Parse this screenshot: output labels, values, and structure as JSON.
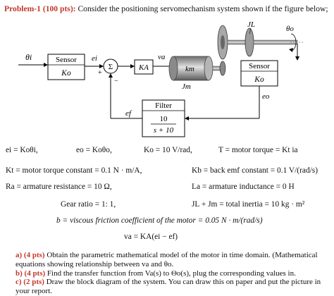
{
  "header": {
    "problem_label": "Problem-1 (100 pts):",
    "prompt": "Consider the positioning servomechanism system shown if the figure below;"
  },
  "diagram": {
    "theta_i": "θi",
    "sensor_left_title": "Sensor",
    "sensor_left_gain": "Ko",
    "e_i": "ei",
    "sum_symbol": "Σ",
    "plus": "+",
    "minus": "−",
    "amp_gain": "KA",
    "v_a": "va",
    "motor_label": "km",
    "J_m": "Jm",
    "J_L": "JL",
    "theta_o": "θo",
    "sensor_right_title": "Sensor",
    "sensor_right_gain": "Ko",
    "e_o": "eo",
    "e_f": "ef",
    "filter_title": "Filter",
    "filter_num": "10",
    "filter_den": "s + 10"
  },
  "equations": {
    "e1": "ei = Koθi,",
    "e2": "eo = Koθo,",
    "e3": "Ko = 10 V/rad,",
    "e4": "T = motor torque = Kt ia",
    "e5": "Kt = motor torque constant = 0.1 N · m/A,",
    "e6": "Kb = back emf constant = 0.1 V/(rad/s)",
    "e7": "Ra = armature resistance = 10 Ω,",
    "e8": "La = armature inductance = 0 H",
    "e9": "Gear ratio = 1: 1,",
    "e10": "JL + Jm = total inertia = 10 kg · m²",
    "e11": "b = viscous friction coefficient of the motor = 0.05 N · m/(rad/s)",
    "e12": "va = KA(ei − ef)"
  },
  "questions": [
    {
      "label": "a)",
      "pts": "(4 pts)",
      "text": "Obtain the parametric mathematical model of the motor in time domain. (Mathematical equations showing relationship between va and θo."
    },
    {
      "label": "b)",
      "pts": "(4 pts)",
      "text": "Find the transfer function from Va(s) to Θo(s), plug the corresponding values in."
    },
    {
      "label": "c)",
      "pts": "(2 pts)",
      "text": "Draw the block diagram of the system. You can draw this on paper and put the picture in your report."
    }
  ],
  "colors": {
    "accent": "#c0392b",
    "metal": "#9a9a9a"
  }
}
